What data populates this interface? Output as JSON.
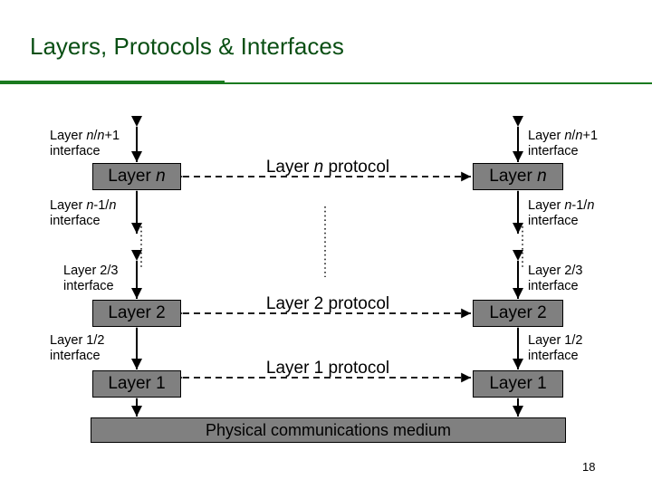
{
  "slide": {
    "title": "Layers, Protocols & Interfaces",
    "page_number": "18",
    "accent_color": "#1a7a1f",
    "title_color": "#0a4f14",
    "box_fill_color": "#808080",
    "box_border_color": "#000000"
  },
  "diagram": {
    "type": "protocol-layering",
    "boxes": {
      "left_layer_n": "Layer n",
      "right_layer_n": "Layer n",
      "left_layer_2": "Layer 2",
      "right_layer_2": "Layer 2",
      "left_layer_1": "Layer 1",
      "right_layer_1": "Layer 1",
      "medium": "Physical communications medium"
    },
    "interfaces": {
      "left": [
        {
          "line1": "Layer n/n+1",
          "line2": "interface"
        },
        {
          "line1": "Layer n-1/n",
          "line2": "interface"
        },
        {
          "line1": "Layer 2/3",
          "line2": "interface"
        },
        {
          "line1": "Layer 1/2",
          "line2": "interface"
        }
      ],
      "right": [
        {
          "line1": "Layer n/n+1",
          "line2": "interface"
        },
        {
          "line1": "Layer n-1/n",
          "line2": "interface"
        },
        {
          "line1": "Layer 2/3",
          "line2": "interface"
        },
        {
          "line1": "Layer 1/2",
          "line2": "interface"
        }
      ]
    },
    "protocols": [
      "Layer n protocol",
      "Layer 2 protocol",
      "Layer 1 protocol"
    ],
    "ellipsis_note": "vertical dotted continuation between layer n and layer 2"
  }
}
